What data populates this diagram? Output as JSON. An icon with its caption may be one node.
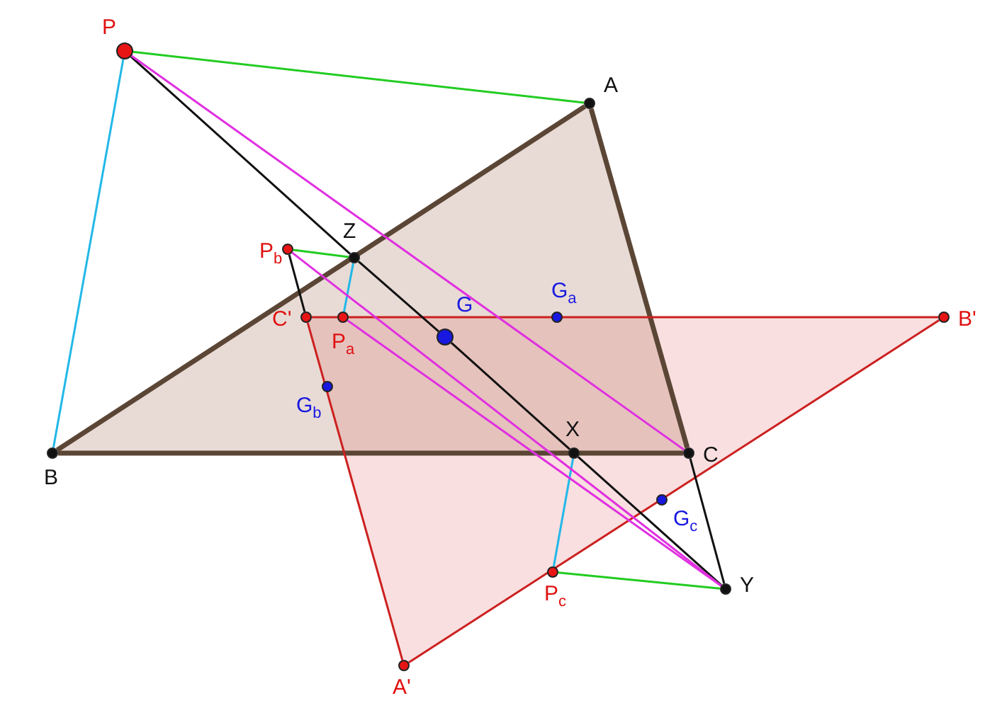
{
  "diagram": {
    "nodes": [
      {
        "text": [],
        "shape": "circle",
        "beside": [
          "P"
        ]
      },
      {
        "text": [],
        "shape": "circle",
        "beside": [
          "A"
        ]
      },
      {
        "text": [],
        "shape": "circle",
        "beside": [
          "Z"
        ]
      },
      {
        "text": [],
        "shape": "circle",
        "beside": [
          "P$_{b}$"
        ]
      },
      {
        "text": [],
        "shape": "circle",
        "beside": [
          "C'"
        ]
      },
      {
        "text": [],
        "shape": "circle",
        "beside": [
          "P$_{a}$"
        ]
      },
      {
        "text": [],
        "shape": "circle",
        "beside": [
          "G"
        ]
      },
      {
        "text": [],
        "shape": "circle",
        "beside": [
          "G$_{a}$"
        ]
      },
      {
        "text": [],
        "shape": "circle",
        "beside": [
          "B'"
        ]
      },
      {
        "text": [],
        "shape": "circle",
        "beside": [
          "G$_{b}$"
        ]
      },
      {
        "text": [],
        "shape": "circle",
        "beside": [
          "B"
        ]
      },
      {
        "text": [],
        "shape": "circle",
        "beside": [
          "X"
        ]
      },
      {
        "text": [],
        "shape": "circle",
        "beside": [
          "C"
        ]
      },
      {
        "text": [],
        "shape": "circle",
        "beside": [
          "G$_{c}$"
        ]
      },
      {
        "text": [],
        "shape": "circle",
        "beside": [
          "P$_{c}$"
        ]
      },
      {
        "text": [],
        "shape": "circle",
        "beside": [
          "Y"
        ]
      },
      {
        "text": [],
        "shape": "circle",
        "beside": [
          "A'"
        ]
      }
    ],
    "edges": [
      {
        "from": 1,
        "to": 10,
        "arrow": "none",
        "color": "#5b4636",
        "style": "thick"
      },
      {
        "from": 10,
        "to": 12,
        "arrow": "none",
        "color": "#5b4636",
        "style": "thick"
      },
      {
        "from": 12,
        "to": 1,
        "arrow": "none",
        "color": "#5b4636",
        "style": "thick"
      },
      {
        "from": 16,
        "to": 8,
        "arrow": "none",
        "color": "#cc2020"
      },
      {
        "from": 8,
        "to": 4,
        "arrow": "none",
        "color": "#cc2020"
      },
      {
        "from": 4,
        "to": 16,
        "arrow": "none",
        "color": "#cc2020"
      },
      {
        "from": 0,
        "to": 1,
        "arrow": "none",
        "color": "#22cc22"
      },
      {
        "from": 3,
        "to": 2,
        "arrow": "none",
        "color": "#22cc22"
      },
      {
        "from": 14,
        "to": 15,
        "arrow": "none",
        "color": "#22cc22"
      },
      {
        "from": 0,
        "to": 10,
        "arrow": "none",
        "color": "#22b8e8"
      },
      {
        "from": 2,
        "to": 5,
        "arrow": "none",
        "color": "#22b8e8"
      },
      {
        "from": 11,
        "to": 14,
        "arrow": "none",
        "color": "#22b8e8"
      },
      {
        "from": 0,
        "to": 2,
        "arrow": "none"
      },
      {
        "from": 2,
        "to": 6,
        "arrow": "none"
      },
      {
        "from": 6,
        "to": 11,
        "arrow": "none"
      },
      {
        "from": 11,
        "to": 15,
        "arrow": "none"
      },
      {
        "from": 3,
        "to": 4,
        "arrow": "none"
      },
      {
        "from": 12,
        "to": 15,
        "arrow": "none"
      },
      {
        "from": 0,
        "to": 12,
        "arrow": "none",
        "color": "#e030e0"
      },
      {
        "from": 3,
        "to": 15,
        "arrow": "none",
        "color": "#e030e0"
      },
      {
        "from": 5,
        "to": 15,
        "arrow": "none",
        "color": "#e030e0"
      }
    ]
  }
}
